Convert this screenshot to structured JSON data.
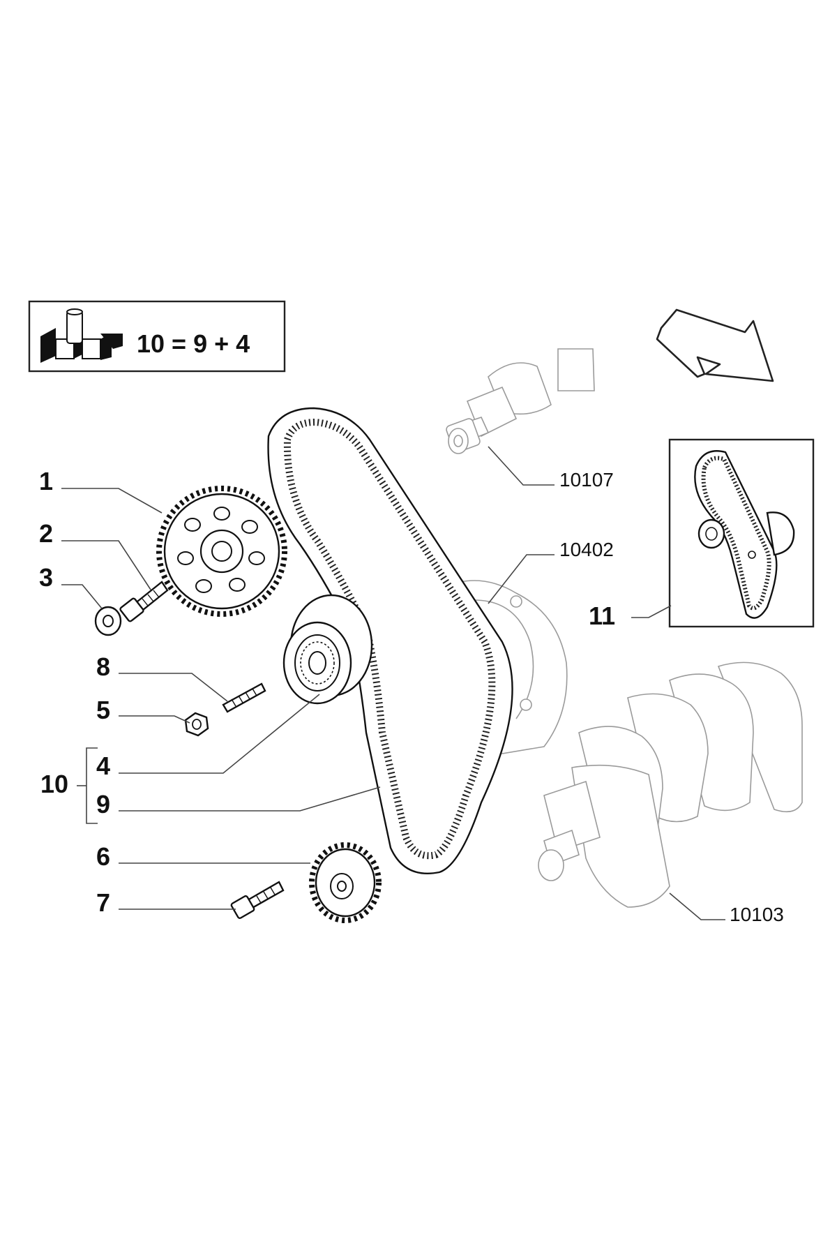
{
  "kit_box": {
    "formula": "10 = 9 + 4",
    "icon": "kit-components-icon"
  },
  "direction_arrow": {
    "icon": "rotation-direction-arrow-icon"
  },
  "callouts": {
    "c1": "1",
    "c2": "2",
    "c3": "3",
    "c8": "8",
    "c5": "5",
    "c10": "10",
    "c4": "4",
    "c9": "9",
    "c6": "6",
    "c7": "7",
    "c11": "11"
  },
  "references": {
    "camshaft": "10107",
    "engine_block": "10402",
    "crankshaft": "10103"
  }
}
